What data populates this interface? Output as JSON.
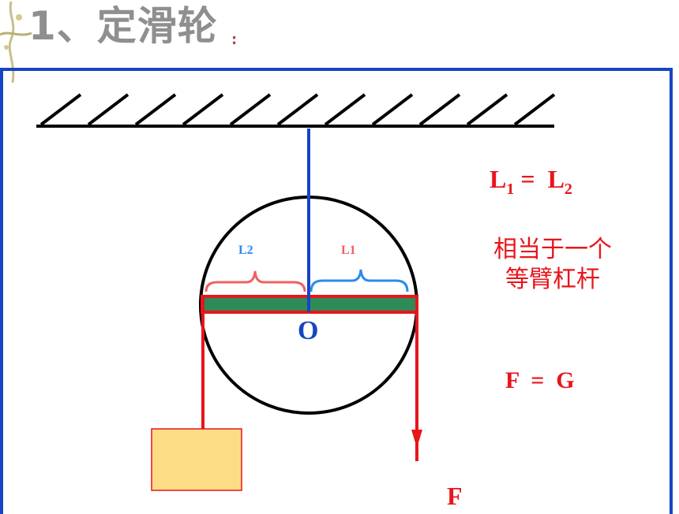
{
  "title": {
    "text": "1、定滑轮",
    "colon": ":"
  },
  "diagram": {
    "label_l2": "L2",
    "label_l1": "L1",
    "pivot": "O",
    "force": "F"
  },
  "equations": {
    "l_main": "L",
    "l_sub1": "1",
    "l_equals": " =  ",
    "l_main2": "L",
    "l_sub2": "2",
    "lever_line1": "相当于一个",
    "lever_line2": "等臂杠杆",
    "force_eq": "F  =  G"
  },
  "colors": {
    "frame": "#1545c4",
    "rope_red": "#e8151b",
    "arm_green": "#2e8b57",
    "weight": "#fddc86",
    "l1_blue": "#2a8af0",
    "l2_red": "#f06060"
  }
}
